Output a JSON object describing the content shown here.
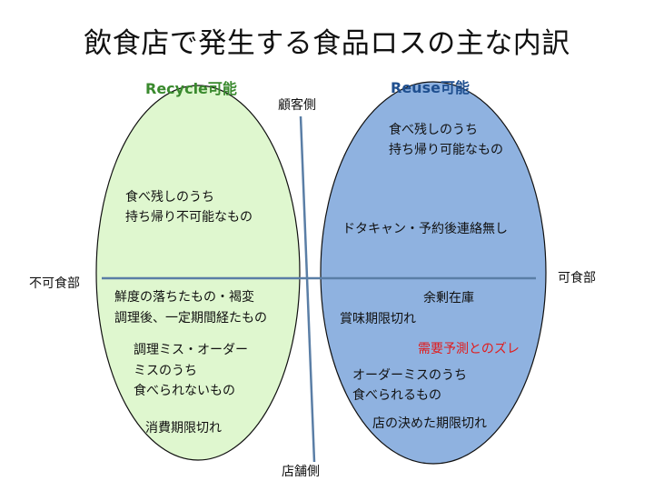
{
  "title": "飲食店で発生する食品ロスの主な内訳",
  "labels": {
    "recycle": "Recycle可能",
    "reuse": "Reuse可能",
    "axis_top": "顧客側",
    "axis_bottom": "店舗側",
    "axis_left": "不可食部",
    "axis_right": "可食部"
  },
  "recycle_items": [
    "食べ残しのうち",
    "持ち帰り不可能なもの",
    "鮮度の落ちたもの・褐変",
    "調理後、一定期間経たもの",
    "調理ミス・オーダー",
    "ミスのうち",
    "食べられないもの",
    "消費期限切れ"
  ],
  "reuse_items": [
    "食べ残しのうち",
    "持ち帰り可能なもの",
    "ドタキャン・予約後連絡無し",
    "余剰在庫",
    "賞味期限切れ",
    "需要予測とのズレ",
    "オーダーミスのうち",
    "食べられるもの",
    "店の決めた期限切れ"
  ],
  "colors": {
    "green_fill": "#dff7cf",
    "blue_fill": "#8fb2e0",
    "axis": "#5a7ea6",
    "highlight": "#e11b1b"
  }
}
